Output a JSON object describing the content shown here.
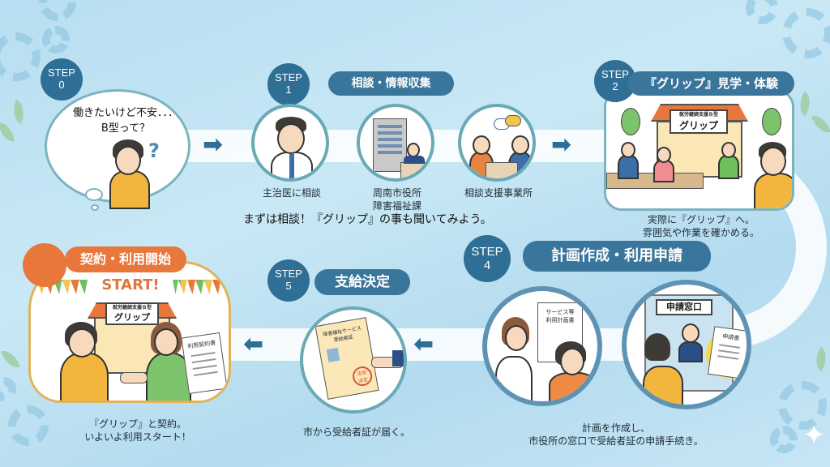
{
  "steps": [
    {
      "badge_top": "STEP",
      "badge_num": "0",
      "bubble_line1": "働きたいけど不安．．．",
      "bubble_line2": "B型って？",
      "question_mark": "?"
    },
    {
      "badge_top": "STEP",
      "badge_num": "1",
      "title": "相談・情報収集",
      "items": [
        {
          "label": "主治医に相談"
        },
        {
          "label_line1": "周南市役所",
          "label_line2": "障害福祉課"
        },
        {
          "label": "相談支援事業所"
        }
      ],
      "note": "まずは相談！『グリップ』の事も聞いてみよう。"
    },
    {
      "badge_top": "STEP",
      "badge_num": "2",
      "title": "『グリップ』見学・体験",
      "sign_small": "就労継続支援Ｂ型",
      "sign_large": "グリップ",
      "caption_line1": "実際に『グリップ』へ。",
      "caption_line2": "雰囲気や作業を確かめる。"
    },
    {
      "badge_top": "STEP",
      "badge_num": "4",
      "title": "計画作成・利用申請",
      "doc_label_line1": "サービス等",
      "doc_label_line2": "利用計画書",
      "window_sign": "申請窓口",
      "form_label": "申請書",
      "caption_line1": "計画を作成し、",
      "caption_line2": "市役所の窓口で受給者証の申請手続き。"
    },
    {
      "badge_top": "STEP",
      "badge_num": "5",
      "title": "支給決定",
      "cert_line1": "障害福祉サービス",
      "cert_line2": "受給者証",
      "stamp_line1": "支給",
      "stamp_line2": "決定",
      "caption": "市から受給者証が届く。"
    },
    {
      "title": "契約・利用開始",
      "banner": "START!",
      "sign_small": "就労継続支援Ｂ型",
      "sign_large": "グリップ",
      "contract_label": "利用契約書",
      "caption_line1": "『グリップ』と契約。",
      "caption_line2": "いよいよ利用スタート！"
    }
  ],
  "arrows": {
    "right": "➡",
    "left": "⬅"
  },
  "colors": {
    "badge": "#2f6f95",
    "pill": "#3a769b",
    "start_pill": "#e8773c",
    "arrow": "#2e6f96",
    "background": "#c2e4f4"
  }
}
